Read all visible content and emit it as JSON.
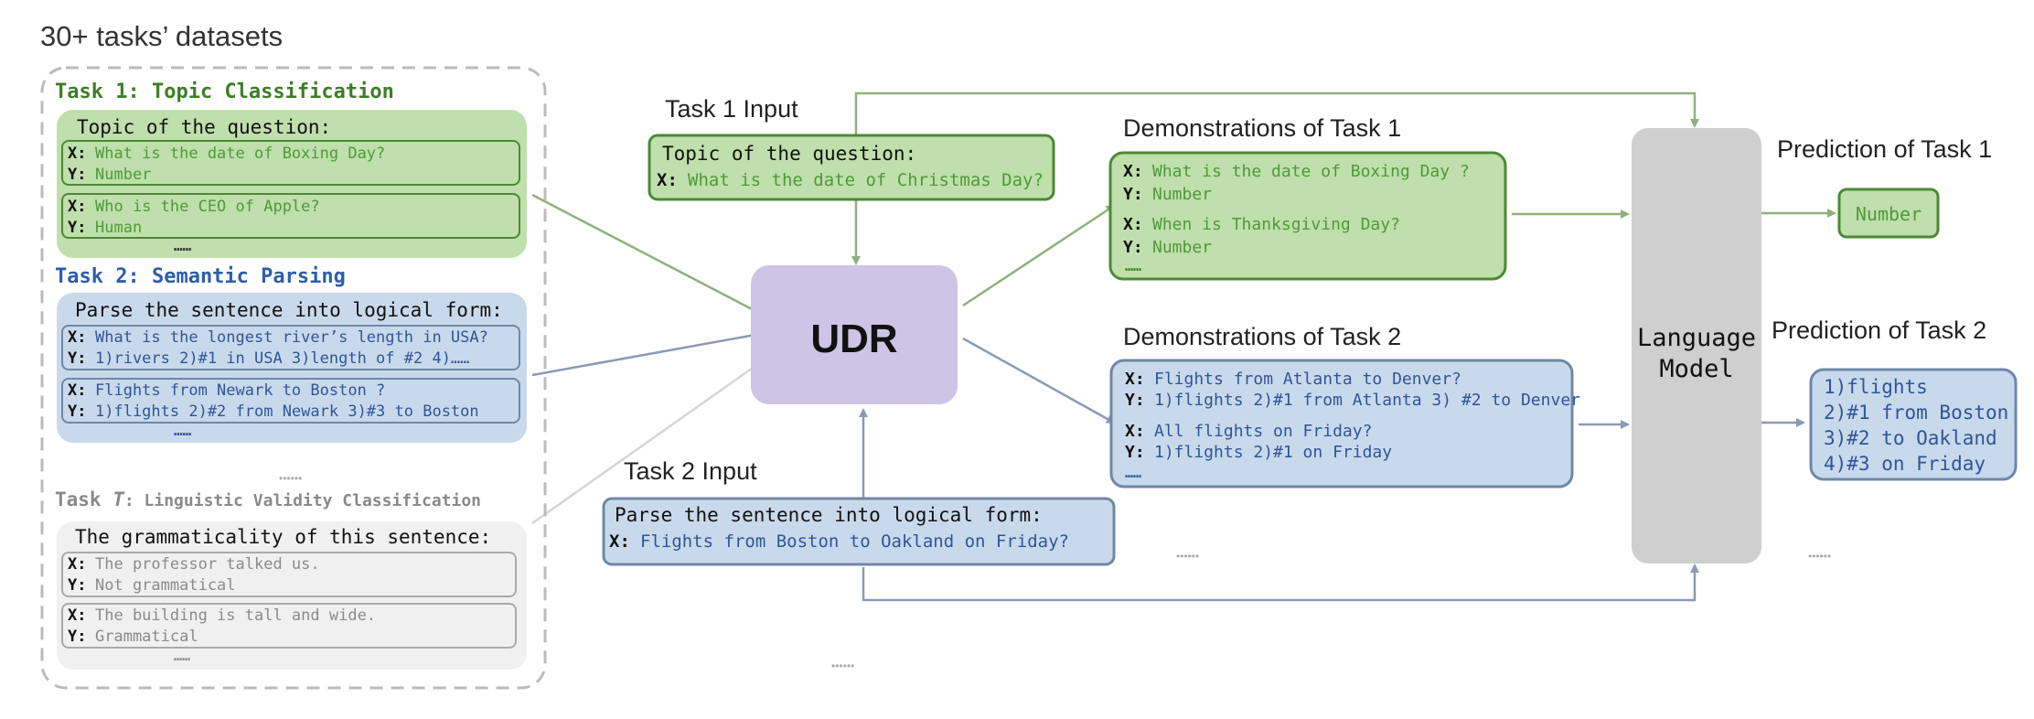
{
  "colors": {
    "green_fill": "#bfdfac",
    "green_stroke": "#4b8a35",
    "green_text": "#4e9a38",
    "green_title": "#3f7d28",
    "blue_fill": "#c9d9ec",
    "blue_stroke": "#6f87a8",
    "blue_text": "#2f5597",
    "blue_title": "#2e5ea8",
    "gray_fill": "#f0f0f0",
    "gray_stroke": "#aaaaaa",
    "gray_text": "#8a8a8a",
    "udr_fill": "#cdc5e6",
    "lm_fill": "#d0cfcf",
    "arrow_green": "#8fb17d",
    "arrow_blue": "#8a9bb5",
    "arrow_gray": "#d6d6d6"
  },
  "header": {
    "title": "30+ tasks’ datasets"
  },
  "task1": {
    "title": "Task 1: Topic Classification",
    "prompt": "Topic of the question:",
    "examples": [
      {
        "x": "What is the date of Boxing Day?",
        "y": "Number"
      },
      {
        "x": "Who is the CEO of Apple?",
        "y": "Human"
      }
    ],
    "more": "……"
  },
  "task2": {
    "title": "Task 2: Semantic Parsing",
    "prompt": "Parse the sentence into logical form:",
    "examples": [
      {
        "x": "What is the longest river’s length in USA?",
        "y": "1)rivers 2)#1 in USA 3)length of #2 4)……"
      },
      {
        "x": "Flights from Newark to Boston ?",
        "y": "1)flights 2)#2 from Newark 3)#3 to Boston"
      }
    ],
    "more": "……"
  },
  "ellipsis_between": "••••••",
  "taskT": {
    "title_prefix": "Task ",
    "title_var": "T",
    "title_suffix": ": Linguistic Validity Classification",
    "prompt": "The grammaticality of this sentence:",
    "examples": [
      {
        "x": "The professor talked us.",
        "y": "Not grammatical"
      },
      {
        "x": "The building is tall and wide.",
        "y": "Grammatical"
      }
    ],
    "more": "……"
  },
  "labels": {
    "x": "X:",
    "y": "Y:"
  },
  "task1_input": {
    "label": "Task 1 Input",
    "prompt": "Topic of the question:",
    "x": "What is the date of Christmas Day?"
  },
  "task2_input": {
    "label": "Task 2 Input",
    "prompt": "Parse the sentence into logical form:",
    "x": "Flights from Boston to Oakland on Friday?"
  },
  "udr": {
    "label": "UDR"
  },
  "demo1": {
    "label": "Demonstrations of Task 1",
    "examples": [
      {
        "x": "What is the date of Boxing Day ?",
        "y": "Number"
      },
      {
        "x": "When is Thanksgiving Day?",
        "y": "Number"
      }
    ],
    "more": "……"
  },
  "demo2": {
    "label": "Demonstrations of Task 2",
    "examples": [
      {
        "x": "Flights from Atlanta to Denver?",
        "y": "1)flights 2)#1 from Atlanta 3) #2 to Denver"
      },
      {
        "x": "All flights on Friday?",
        "y": "1)flights 2)#1 on Friday"
      }
    ],
    "more": "……"
  },
  "lm": {
    "line1": "Language",
    "line2": "Model"
  },
  "pred1": {
    "label": "Prediction of Task 1",
    "value": "Number"
  },
  "pred2": {
    "label": "Prediction of Task 2",
    "lines": [
      "1)flights",
      "2)#1 from Boston",
      "3)#2 to Oakland",
      "4)#3 on Friday"
    ]
  },
  "dots": "••••••"
}
